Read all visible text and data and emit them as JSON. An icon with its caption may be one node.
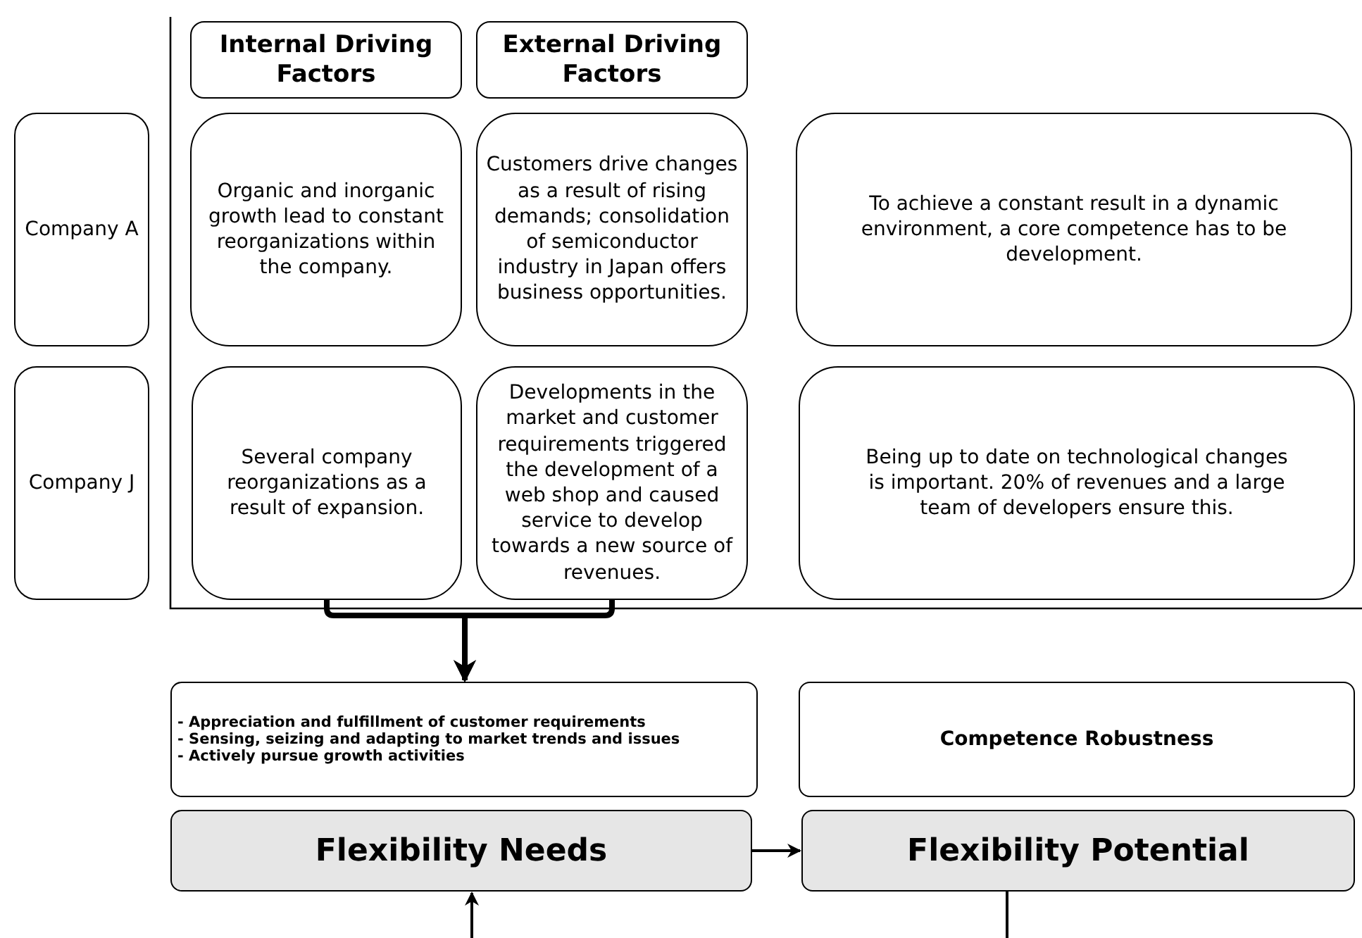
{
  "diagram": {
    "nodes": [
      {
        "text": [
          "Company A"
        ]
      },
      {
        "text": [
          "Company J"
        ]
      },
      {
        "text": [
          "Internal Driving Factors"
        ]
      },
      {
        "text": [
          "External Driving Factors"
        ]
      },
      {
        "text": [
          "Organic and inorganic growth lead to constant reorganizations within the company."
        ]
      },
      {
        "text": [
          "Customers drive changes as a result of rising demands; consolidation of semiconductor industry in Japan offers business opportunities."
        ]
      },
      {
        "text": [
          "To achieve a constant result in a dynamic environment, a core competence has to be development."
        ]
      },
      {
        "text": [
          "Several company reorganizations as a result of expansion."
        ]
      },
      {
        "text": [
          "Developments in the market and customer requirements triggered the development of a web shop and caused service to develop towards a new source of revenues."
        ]
      },
      {
        "text": [
          "Being up to date on technological changes is important. 20% of revenues and a large team of developers ensure this."
        ]
      },
      {
        "text": [
          "- Appreciation and fulfillment of customer requirements",
          "- Sensing, seizing and adapting to market trends and issues",
          "- Actively pursue growth activities"
        ]
      },
      {
        "text": [
          "Competence Robustness"
        ]
      },
      {
        "text": [
          "Flexibility Needs"
        ]
      },
      {
        "text": [
          "Flexibility Potential"
        ]
      }
    ],
    "edges": [
      {
        "from": 7,
        "to": 10,
        "arrow": "to",
        "style": "thick"
      },
      {
        "from": 8,
        "to": 10,
        "arrow": "to",
        "style": "thick"
      },
      {
        "from": 12,
        "to": 13,
        "arrow": "to"
      },
      {
        "from": 13,
        "to": 12,
        "arrow": "to"
      }
    ]
  }
}
